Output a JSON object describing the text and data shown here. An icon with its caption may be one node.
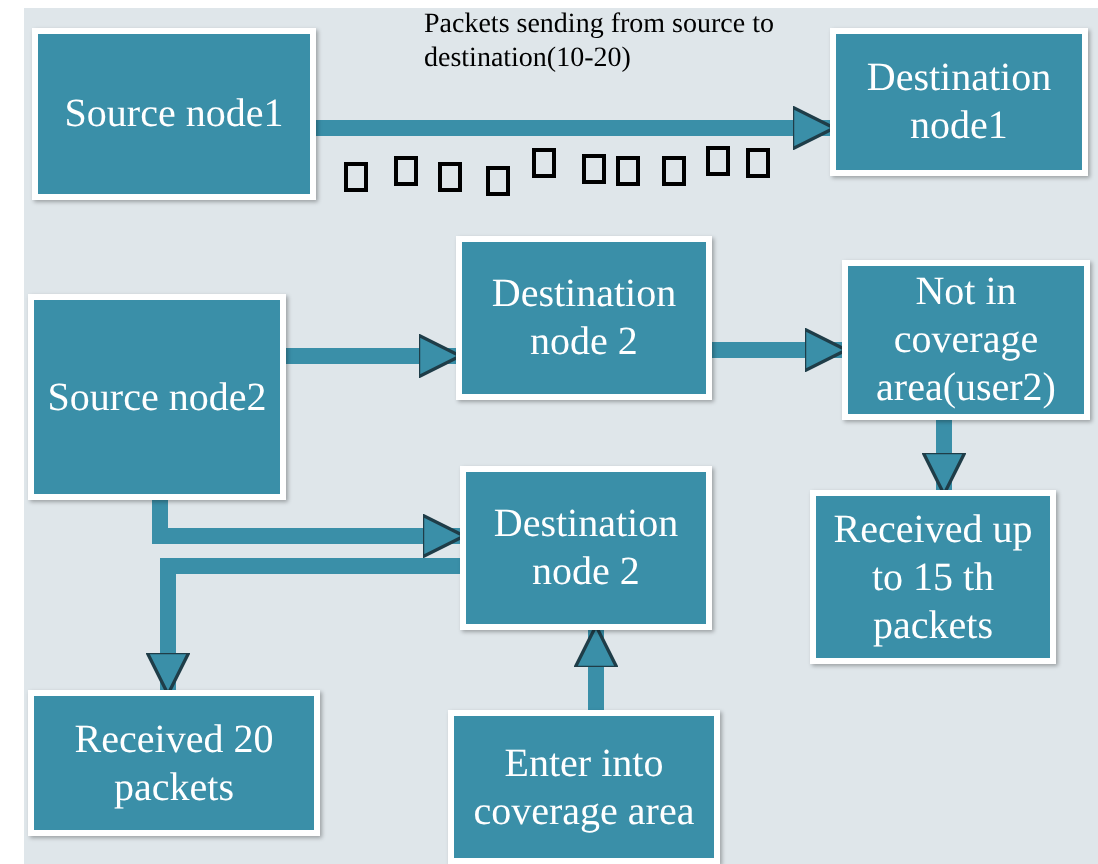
{
  "diagram": {
    "nodes": [
      {
        "text": [
          "Source node1"
        ]
      },
      {
        "text": [
          "Destination node1"
        ]
      },
      {
        "text": [
          "Source node2"
        ]
      },
      {
        "text": [
          "Destination node 2"
        ]
      },
      {
        "text": [
          "Not in coverage area(user2)"
        ]
      },
      {
        "text": [
          "Received up to 15 th packets"
        ]
      },
      {
        "text": [
          "Destination node 2"
        ]
      },
      {
        "text": [
          "Received  20 packets"
        ]
      },
      {
        "text": [
          "Enter into coverage area"
        ]
      }
    ],
    "edges": [
      {
        "from": 0,
        "to": 1,
        "arrow": "to",
        "label": "Packets sending from source to destination(10-20)"
      },
      {
        "from": 2,
        "to": 3,
        "arrow": "to"
      },
      {
        "from": 3,
        "to": 4,
        "arrow": "to"
      },
      {
        "from": 4,
        "to": 5,
        "arrow": "to"
      },
      {
        "from": 2,
        "to": 6,
        "arrow": "to"
      },
      {
        "from": 6,
        "to": 7,
        "arrow": "to"
      },
      {
        "from": 8,
        "to": 6,
        "arrow": "to"
      }
    ]
  }
}
